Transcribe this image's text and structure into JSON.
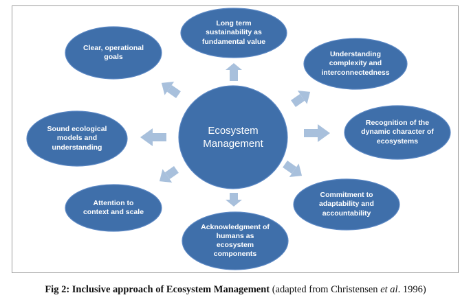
{
  "diagram": {
    "center": "Ecosystem\nManagement",
    "nodes": [
      "Long term\nsustainability as\nfundamental value",
      "Understanding\ncomplexity and\ninterconnectedness",
      "Recognition of the\ndynamic character of\necosystems",
      "Commitment to\nadaptability and\naccountability",
      "Acknowledgment of\nhumans as\necosystem\ncomponents",
      "Attention to\ncontext and scale",
      "Sound ecological\nmodels and\nunderstanding",
      "Clear, operational\ngoals"
    ],
    "colors": {
      "node_fill": "#3f6faa",
      "arrow_fill": "#a8c0dc"
    }
  },
  "caption": {
    "bold": "Fig 2: Inclusive approach of Ecosystem Management",
    "text_before": " (adapted from Christensen ",
    "italic": "et al",
    "text_after": ". 1996)"
  }
}
